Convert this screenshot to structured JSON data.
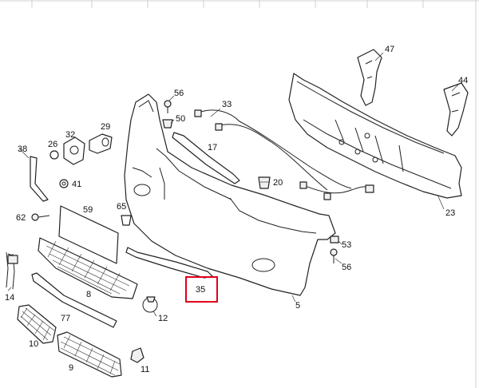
{
  "labels": {
    "p47": "47",
    "p44": "44",
    "p56a": "56",
    "p33": "33",
    "p50": "50",
    "p32": "32",
    "p29": "29",
    "p26": "26",
    "p38": "38",
    "p17": "17",
    "p20": "20",
    "p41": "41",
    "p23": "23",
    "p62": "62",
    "p59": "59",
    "p65": "65",
    "p53": "53",
    "p56b": "56",
    "p14": "14",
    "p8": "8",
    "p35": "35",
    "p5": "5",
    "p12": "12",
    "p77": "77",
    "p10": "10",
    "p9": "9",
    "p11": "11"
  },
  "highlight": {
    "label": "35",
    "color": "#e0001b"
  }
}
